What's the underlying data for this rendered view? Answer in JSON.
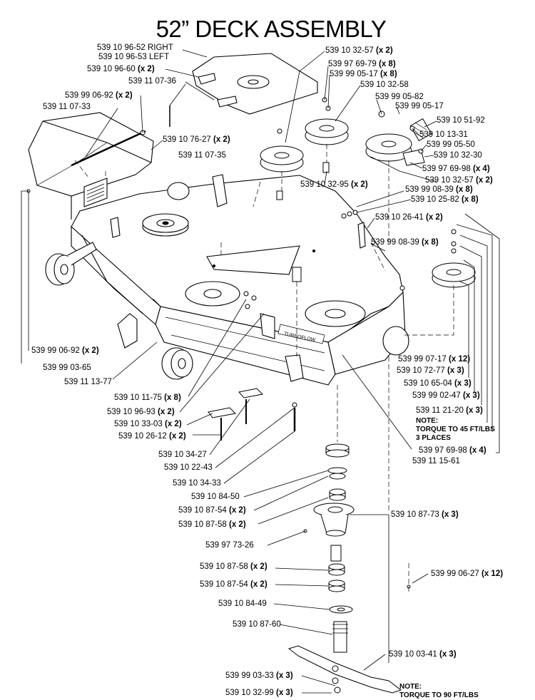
{
  "title": "52” DECK ASSEMBLY",
  "labels": [
    {
      "id": "l01",
      "part": "539 10 96-52 RIGHT",
      "qty": ""
    },
    {
      "id": "l02",
      "part": "539 10 96-53 LEFT",
      "qty": ""
    },
    {
      "id": "l03",
      "part": "539 10 96-60",
      "qty": "(x 2)"
    },
    {
      "id": "l04",
      "part": "539 11 07-36",
      "qty": ""
    },
    {
      "id": "l05",
      "part": "539 99 06-92",
      "qty": "(x 2)"
    },
    {
      "id": "l06",
      "part": "539 11 07-33",
      "qty": ""
    },
    {
      "id": "l07",
      "part": "539 10 76-27",
      "qty": "(x 2)"
    },
    {
      "id": "l08",
      "part": "539 11 07-35",
      "qty": ""
    },
    {
      "id": "l09",
      "part": "539 10 32-57",
      "qty": "(x 2)"
    },
    {
      "id": "l10",
      "part": "539 97 69-79",
      "qty": "(x 8)"
    },
    {
      "id": "l11",
      "part": "539 99 05-17",
      "qty": "(x 8)"
    },
    {
      "id": "l12",
      "part": "539 10 32-58",
      "qty": ""
    },
    {
      "id": "l13",
      "part": "539 99 05-82",
      "qty": ""
    },
    {
      "id": "l14",
      "part": "539 99 05-17",
      "qty": ""
    },
    {
      "id": "l15",
      "part": "539 10 51-92",
      "qty": ""
    },
    {
      "id": "l16",
      "part": "539 10 13-31",
      "qty": ""
    },
    {
      "id": "l17",
      "part": "539 99 05-50",
      "qty": ""
    },
    {
      "id": "l18",
      "part": "539 10 32-30",
      "qty": ""
    },
    {
      "id": "l19",
      "part": "539 97 69-98",
      "qty": "(x 4)"
    },
    {
      "id": "l20",
      "part": "539 10 32-57",
      "qty": "(x 2)"
    },
    {
      "id": "l21",
      "part": "539 10 32-95",
      "qty": "(x 2)"
    },
    {
      "id": "l22",
      "part": "539 99 08-39",
      "qty": "(x 8)"
    },
    {
      "id": "l23",
      "part": "539 10 25-82",
      "qty": "(x 8)"
    },
    {
      "id": "l24",
      "part": "539 10 26-41",
      "qty": "(x 2)"
    },
    {
      "id": "l25",
      "part": "539 99 08-39",
      "qty": "(x 8)"
    },
    {
      "id": "l26",
      "part": "539 99 06-92",
      "qty": "(x 2)"
    },
    {
      "id": "l27",
      "part": "539 99 03-65",
      "qty": ""
    },
    {
      "id": "l28",
      "part": "539 11 13-77",
      "qty": ""
    },
    {
      "id": "l29",
      "part": "539 10 11-75",
      "qty": "(x 8)"
    },
    {
      "id": "l30",
      "part": "539 10 96-93",
      "qty": "(x 2)"
    },
    {
      "id": "l31",
      "part": "539 10 33-03",
      "qty": "(x 2)"
    },
    {
      "id": "l32",
      "part": "539 10 26-12",
      "qty": "(x 2)"
    },
    {
      "id": "l33",
      "part": "539 99 07-17",
      "qty": "(x 12)"
    },
    {
      "id": "l34",
      "part": "539 10 72-77",
      "qty": "(x 3)"
    },
    {
      "id": "l35",
      "part": "539 10 65-04",
      "qty": "(x 3)"
    },
    {
      "id": "l36",
      "part": "539 99 02-47",
      "qty": "(x 3)"
    },
    {
      "id": "l37",
      "part": "539 11 21-20",
      "qty": "(x 3)"
    },
    {
      "id": "l38",
      "part": "539 97 69-98",
      "qty": "(x 4)"
    },
    {
      "id": "l39",
      "part": "539 11 15-61",
      "qty": ""
    },
    {
      "id": "l40",
      "part": "539 10 34-27",
      "qty": ""
    },
    {
      "id": "l41",
      "part": "539 10 22-43",
      "qty": ""
    },
    {
      "id": "l42",
      "part": "539 10 34-33",
      "qty": ""
    },
    {
      "id": "l43",
      "part": "539 10 84-50",
      "qty": ""
    },
    {
      "id": "l44",
      "part": "539 10 87-54",
      "qty": "(x 2)"
    },
    {
      "id": "l45",
      "part": "539 10 87-58",
      "qty": "(x 2)"
    },
    {
      "id": "l46",
      "part": "539 10 87-73",
      "qty": "(x 3)"
    },
    {
      "id": "l47",
      "part": "539 97 73-26",
      "qty": ""
    },
    {
      "id": "l48",
      "part": "539 10 87-58",
      "qty": "(x 2)"
    },
    {
      "id": "l49",
      "part": "539 99 06-27",
      "qty": "(x 12)"
    },
    {
      "id": "l50",
      "part": "539 10 87-54",
      "qty": "(x 2)"
    },
    {
      "id": "l51",
      "part": "539 10 84-49",
      "qty": ""
    },
    {
      "id": "l52",
      "part": "539 10 87-60",
      "qty": ""
    },
    {
      "id": "l53",
      "part": "539 10 03-41",
      "qty": "(x 3)"
    },
    {
      "id": "l54",
      "part": "539 99 03-33",
      "qty": "(x 3)"
    },
    {
      "id": "l55",
      "part": "539 10 32-99",
      "qty": "(x 3)"
    }
  ],
  "notes": {
    "torque45": {
      "line1": "NOTE:",
      "line2": "TORQUE TO 45 FT/LBS",
      "line3": "3 PLACES"
    },
    "torque90": {
      "line1": "NOTE:",
      "line2": "TORQUE TO 90 FT/LBS"
    }
  },
  "deck_logo_text": "TURBOFLOW"
}
